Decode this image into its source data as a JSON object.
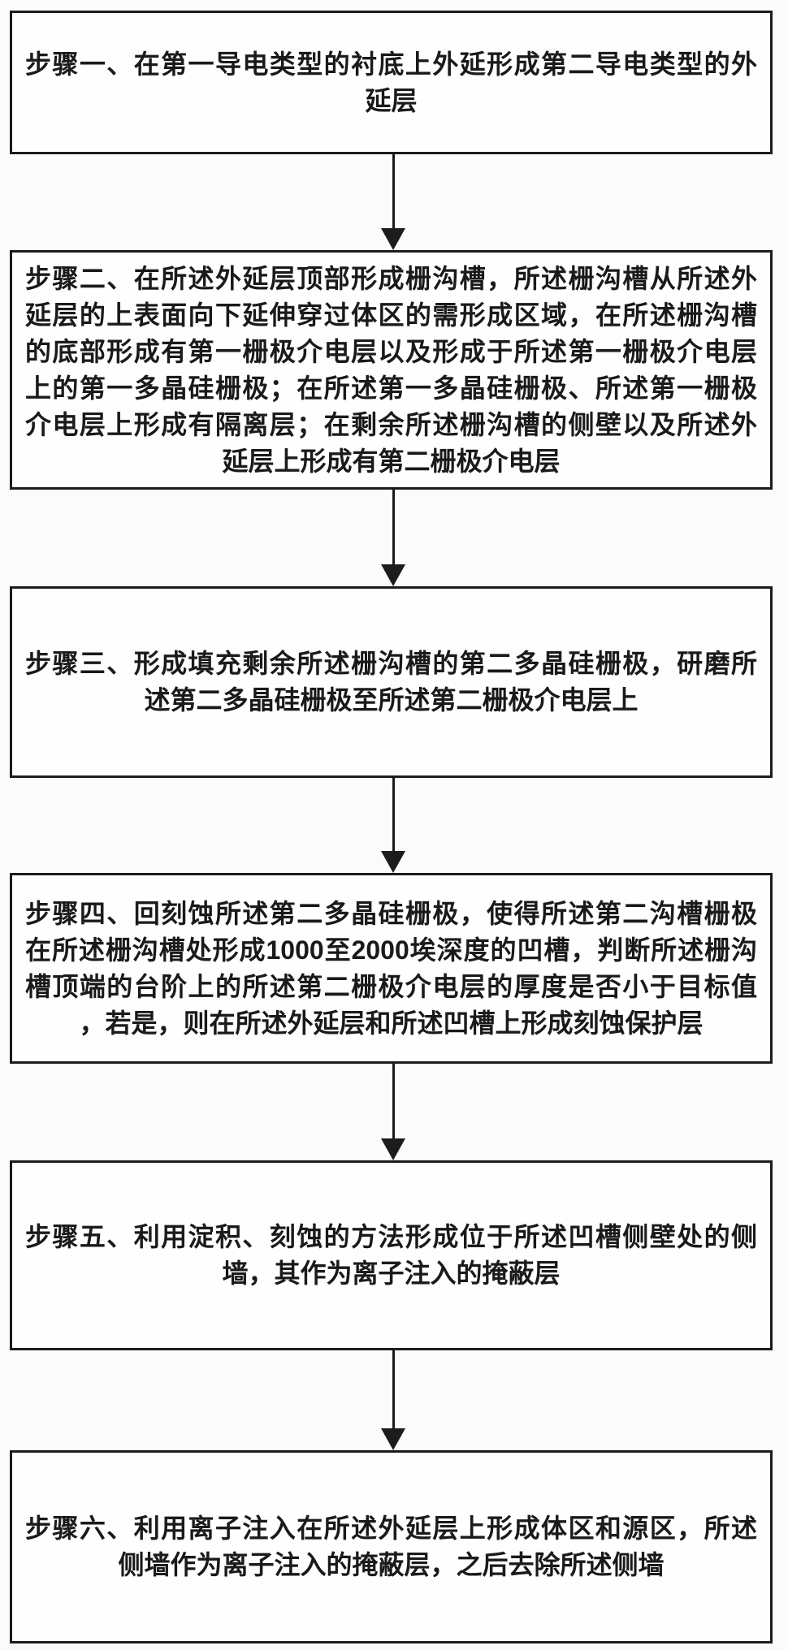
{
  "figure": {
    "type": "flowchart",
    "background": "#fbfbfb",
    "line_color": "#1c1c1c",
    "text_color": "#1a1a1a",
    "step_count": 6,
    "arrow_count": 5
  },
  "steps": [
    {
      "id": "step-1",
      "lines": [
        "步骤一、在第一导电类型的衬底上外延形成第二导电类型的外",
        "延层"
      ]
    },
    {
      "id": "step-2",
      "lines": [
        "步骤二、在所述外延层顶部形成栅沟槽，所述栅沟槽从所述外",
        "延层的上表面向下延伸穿过体区的需形成区域，在所述栅沟槽",
        "的底部形成有第一栅极介电层以及形成于所述第一栅极介电层",
        "上的第一多晶硅栅极；在所述第一多晶硅栅极、所述第一栅极",
        "介电层上形成有隔离层；在剩余所述栅沟槽的侧壁以及所述外",
        "延层上形成有第二栅极介电层"
      ]
    },
    {
      "id": "step-3",
      "lines": [
        "步骤三、形成填充剩余所述栅沟槽的第二多晶硅栅极，研磨所",
        "述第二多晶硅栅极至所述第二栅极介电层上"
      ]
    },
    {
      "id": "step-4",
      "lines": [
        "步骤四、回刻蚀所述第二多晶硅栅极，使得所述第二沟槽栅极",
        "在所述栅沟槽处形成1000至2000埃深度的凹槽，判断所述栅沟",
        "槽顶端的台阶上的所述第二栅极介电层的厚度是否小于目标值",
        "，若是，则在所述外延层和所述凹槽上形成刻蚀保护层"
      ]
    },
    {
      "id": "step-5",
      "lines": [
        "步骤五、利用淀积、刻蚀的方法形成位于所述凹槽侧壁处的侧",
        "墙，其作为离子注入的掩蔽层"
      ]
    },
    {
      "id": "step-6",
      "lines": [
        "步骤六、利用离子注入在所述外延层上形成体区和源区，所述",
        "侧墙作为离子注入的掩蔽层，之后去除所述侧墙"
      ]
    }
  ]
}
